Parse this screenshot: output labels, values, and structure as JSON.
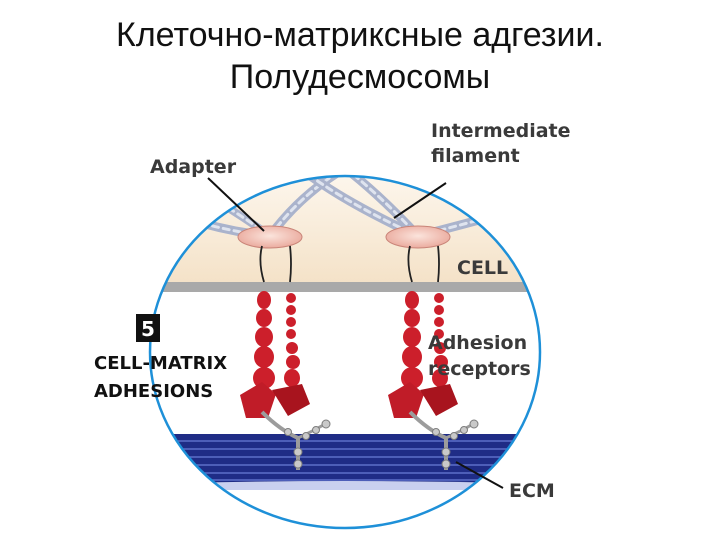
{
  "title": {
    "line1": "Клеточно-матриксные адгезии.",
    "line2": "Полудесмосомы"
  },
  "diagram": {
    "labels": {
      "intermediate_filament_1": "Intermediate",
      "intermediate_filament_2": "filament",
      "adapter": "Adapter",
      "cell": "CELL",
      "adhesion_receptors_1": "Adhesion",
      "adhesion_receptors_2": "receptors",
      "ecm": "ECM"
    },
    "section": {
      "number": "5",
      "name_1": "CELL-MATRIX",
      "name_2": "ADHESIONS"
    },
    "colors": {
      "cell_fill": "#f7ead6",
      "membrane": "#a7a7a7",
      "receptor": "#cc1f2b",
      "adapter_plaque": "#f2c2b6",
      "ecm_band": "#1f2c86",
      "outline": "#1e90d8"
    }
  }
}
